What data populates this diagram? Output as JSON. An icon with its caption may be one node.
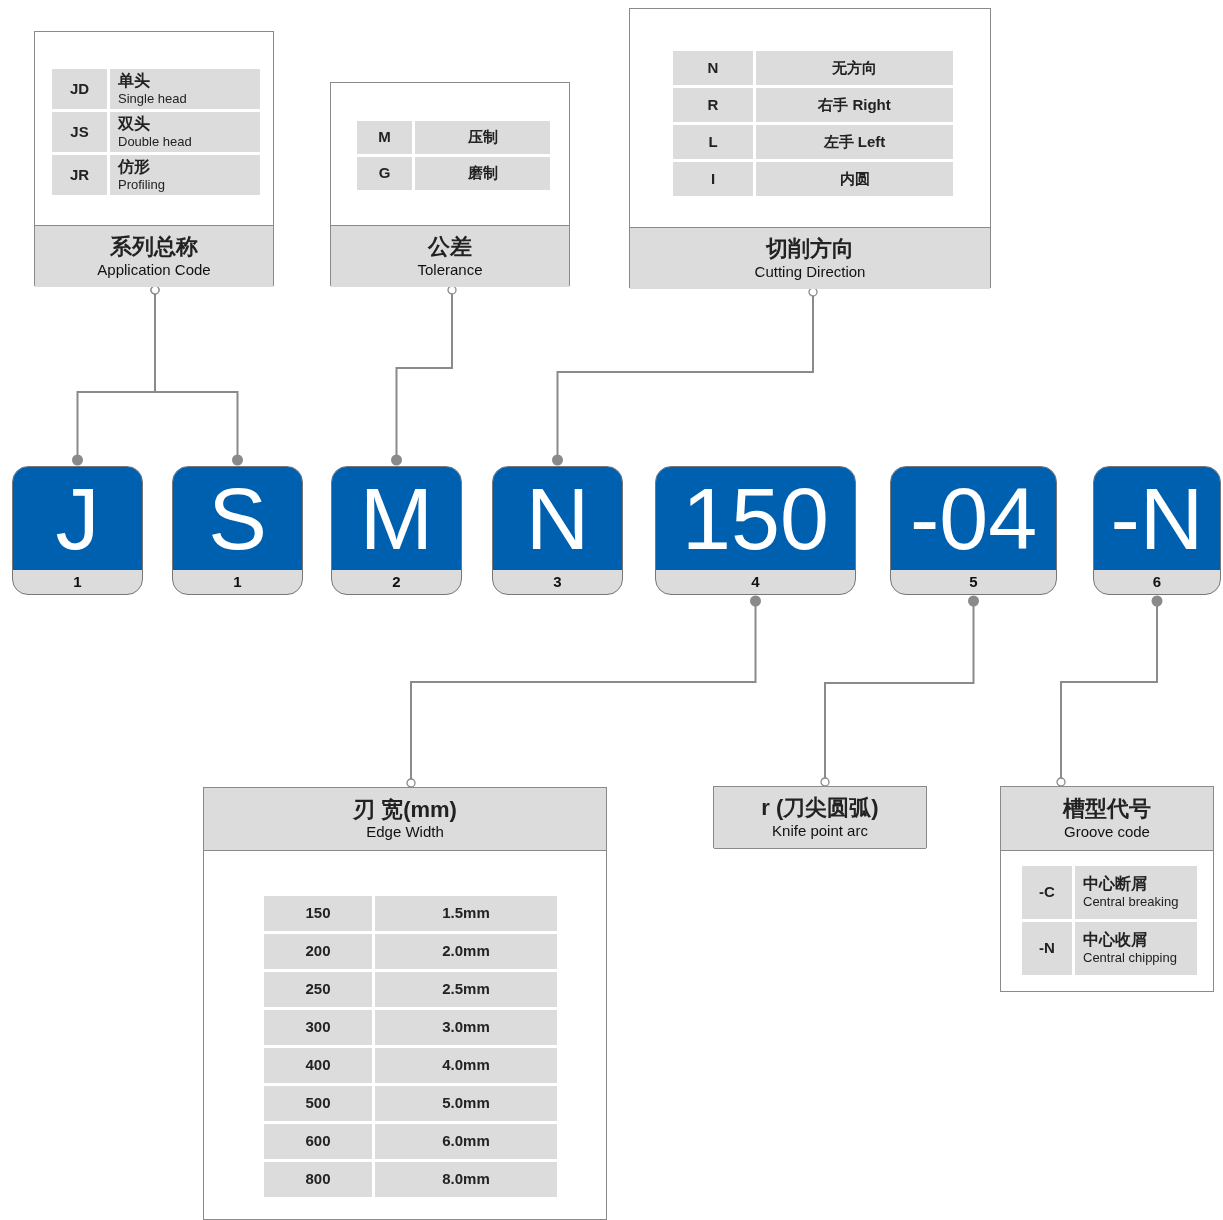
{
  "diagram": {
    "nodes": [
      {
        "text": [
          "系列总称",
          "Application Code"
        ]
      },
      {
        "text": [
          "JD"
        ],
        "in": 0
      },
      {
        "text": [
          "单头",
          "Single head"
        ],
        "in": 0
      },
      {
        "text": [
          "JS"
        ],
        "in": 0
      },
      {
        "text": [
          "双头",
          "Double head"
        ],
        "in": 0
      },
      {
        "text": [
          "JR"
        ],
        "in": 0
      },
      {
        "text": [
          "仿形",
          "Profiling"
        ],
        "in": 0
      },
      {
        "text": [
          "公差",
          "Tolerance"
        ]
      },
      {
        "text": [
          "M"
        ],
        "in": 7
      },
      {
        "text": [
          "压制"
        ],
        "in": 7
      },
      {
        "text": [
          "G"
        ],
        "in": 7
      },
      {
        "text": [
          "磨制"
        ],
        "in": 7
      },
      {
        "text": [
          "切削方向",
          "Cutting Direction"
        ]
      },
      {
        "text": [
          "N"
        ],
        "in": 12
      },
      {
        "text": [
          "无方向"
        ],
        "in": 12
      },
      {
        "text": [
          "R"
        ],
        "in": 12
      },
      {
        "text": [
          "右手 Right"
        ],
        "in": 12
      },
      {
        "text": [
          "L"
        ],
        "in": 12
      },
      {
        "text": [
          "左手 Left"
        ],
        "in": 12
      },
      {
        "text": [
          "I"
        ],
        "in": 12
      },
      {
        "text": [
          "内圆"
        ],
        "in": 12
      },
      {
        "text": [
          "J",
          "1"
        ]
      },
      {
        "text": [
          "S",
          "1"
        ]
      },
      {
        "text": [
          "M",
          "2"
        ]
      },
      {
        "text": [
          "N",
          "3"
        ]
      },
      {
        "text": [
          "150",
          "4"
        ]
      },
      {
        "text": [
          "-04",
          "5"
        ]
      },
      {
        "text": [
          "-N",
          "6"
        ]
      },
      {
        "text": [
          "刃 宽(mm)",
          "Edge Width"
        ]
      },
      {
        "text": [
          "150"
        ],
        "in": 28
      },
      {
        "text": [
          "1.5mm"
        ],
        "in": 28
      },
      {
        "text": [
          "200"
        ],
        "in": 28
      },
      {
        "text": [
          "2.0mm"
        ],
        "in": 28
      },
      {
        "text": [
          "250"
        ],
        "in": 28
      },
      {
        "text": [
          "2.5mm"
        ],
        "in": 28
      },
      {
        "text": [
          "300"
        ],
        "in": 28
      },
      {
        "text": [
          "3.0mm"
        ],
        "in": 28
      },
      {
        "text": [
          "400"
        ],
        "in": 28
      },
      {
        "text": [
          "4.0mm"
        ],
        "in": 28
      },
      {
        "text": [
          "500"
        ],
        "in": 28
      },
      {
        "text": [
          "5.0mm"
        ],
        "in": 28
      },
      {
        "text": [
          "600"
        ],
        "in": 28
      },
      {
        "text": [
          "6.0mm"
        ],
        "in": 28
      },
      {
        "text": [
          "800"
        ],
        "in": 28
      },
      {
        "text": [
          "8.0mm"
        ],
        "in": 28
      },
      {
        "text": [
          "r (刀尖圆弧)",
          "Knife point arc"
        ]
      },
      {
        "text": [
          "槽型代号",
          "Groove code"
        ]
      },
      {
        "text": [
          "-C"
        ],
        "in": 46
      },
      {
        "text": [
          "中心断屑",
          "Central breaking"
        ],
        "in": 46
      },
      {
        "text": [
          "-N"
        ],
        "in": 46
      },
      {
        "text": [
          "中心收屑",
          "Central chipping"
        ],
        "in": 46
      }
    ],
    "edges": [
      {
        "from": 0,
        "to": 21,
        "arrow": "other"
      },
      {
        "from": 0,
        "to": 22,
        "arrow": "other"
      },
      {
        "from": 7,
        "to": 23,
        "arrow": "other"
      },
      {
        "from": 12,
        "to": 24,
        "arrow": "other"
      },
      {
        "from": 28,
        "to": 25,
        "arrow": "other"
      },
      {
        "from": 45,
        "to": 26,
        "arrow": "other"
      },
      {
        "from": 46,
        "to": 27,
        "arrow": "other"
      }
    ]
  }
}
